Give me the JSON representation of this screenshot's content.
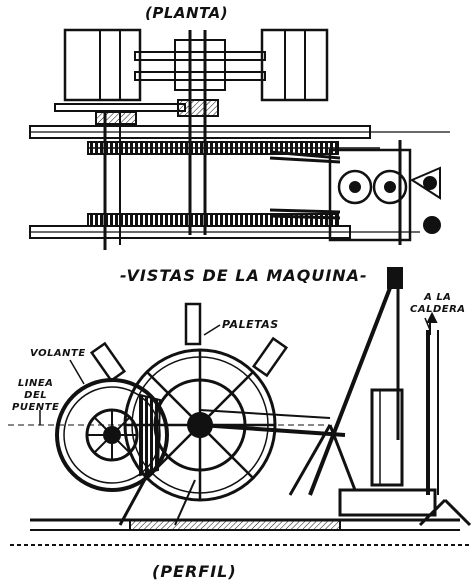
{
  "labels": {
    "planta": "(PLANTA)",
    "vistas": "-VISTAS DE LA MAQUINA-",
    "paletas": "PALETAS",
    "volante": "VOLANTE",
    "linea_line1": "LINEA",
    "linea_line2": "DEL",
    "linea_line3": "PUENTE",
    "caldera_line1": "A LA",
    "caldera_line2": "CALDERA",
    "perfil": "(PERFIL)"
  }
}
